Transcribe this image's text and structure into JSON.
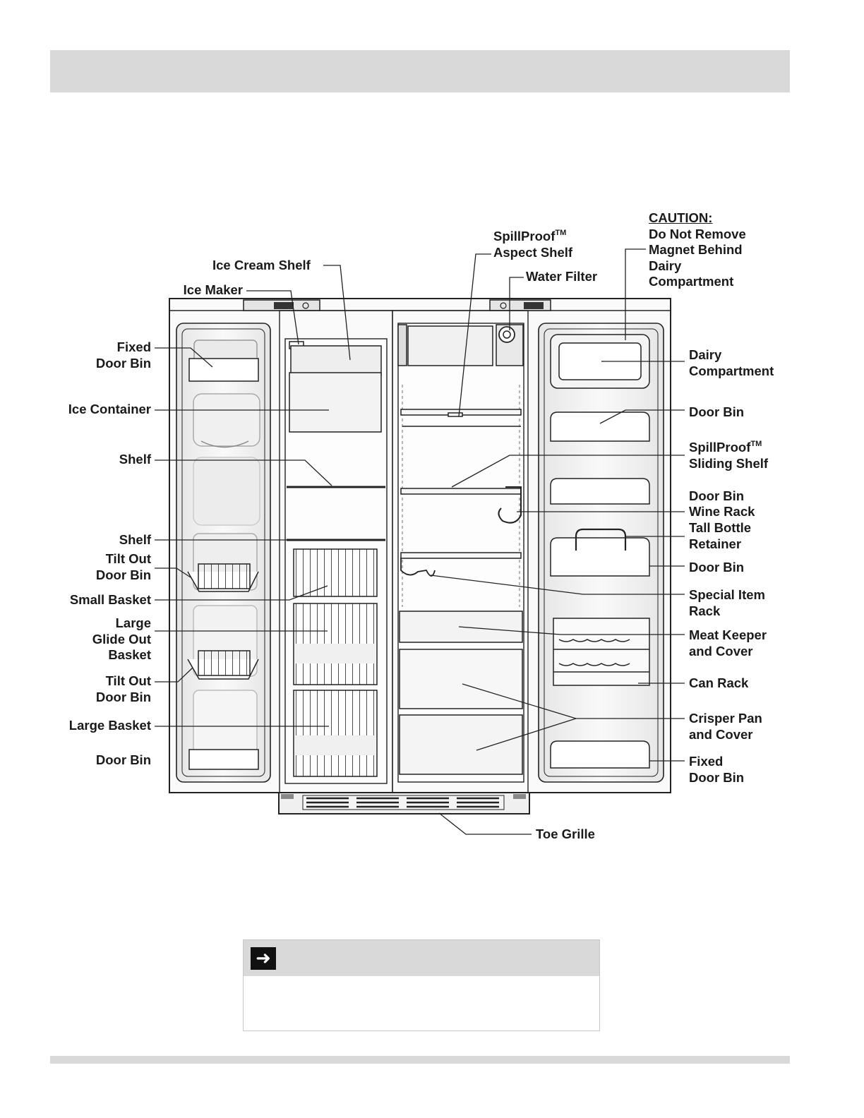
{
  "icons": {
    "note": "arrow-right-icon"
  },
  "labels": {
    "caution_title": "CAUTION:",
    "caution_l1": "Do Not Remove",
    "caution_l2": "Magnet Behind",
    "caution_l3": "Dairy",
    "caution_l4": "Compartment",
    "spillproof_aspect_l1": "SpillProof",
    "spillproof_aspect_tm": "TM",
    "spillproof_aspect_l2": "Aspect Shelf",
    "water_filter": "Water Filter",
    "ice_cream_shelf": "Ice Cream Shelf",
    "ice_maker": "Ice Maker",
    "fixed_door_bin_top_l1": "Fixed",
    "fixed_door_bin_top_l2": "Door Bin",
    "ice_container": "Ice Container",
    "shelf_upper": "Shelf",
    "shelf_lower": "Shelf",
    "tilt_out_upper_l1": "Tilt Out",
    "tilt_out_upper_l2": "Door Bin",
    "small_basket": "Small Basket",
    "large_glide_l1": "Large",
    "large_glide_l2": "Glide Out",
    "large_glide_l3": "Basket",
    "tilt_out_lower_l1": "Tilt Out",
    "tilt_out_lower_l2": "Door Bin",
    "large_basket": "Large Basket",
    "door_bin_left": "Door Bin",
    "dairy_l1": "Dairy",
    "dairy_l2": "Compartment",
    "door_bin_r1": "Door Bin",
    "spillproof_sliding_l1": "SpillProof",
    "spillproof_sliding_tm": "TM",
    "spillproof_sliding_l2": "Sliding Shelf",
    "door_bin_r2": "Door Bin",
    "wine_rack": "Wine Rack",
    "tall_bottle_l1": "Tall Bottle",
    "tall_bottle_l2": "Retainer",
    "door_bin_r3": "Door Bin",
    "special_item_l1": "Special Item",
    "special_item_l2": "Rack",
    "meat_keeper_l1": "Meat Keeper",
    "meat_keeper_l2": "and Cover",
    "can_rack": "Can Rack",
    "crisper_l1": "Crisper Pan",
    "crisper_l2": "and Cover",
    "fixed_door_bin_r_l1": "Fixed",
    "fixed_door_bin_r_l2": "Door Bin",
    "toe_grille": "Toe Grille"
  }
}
